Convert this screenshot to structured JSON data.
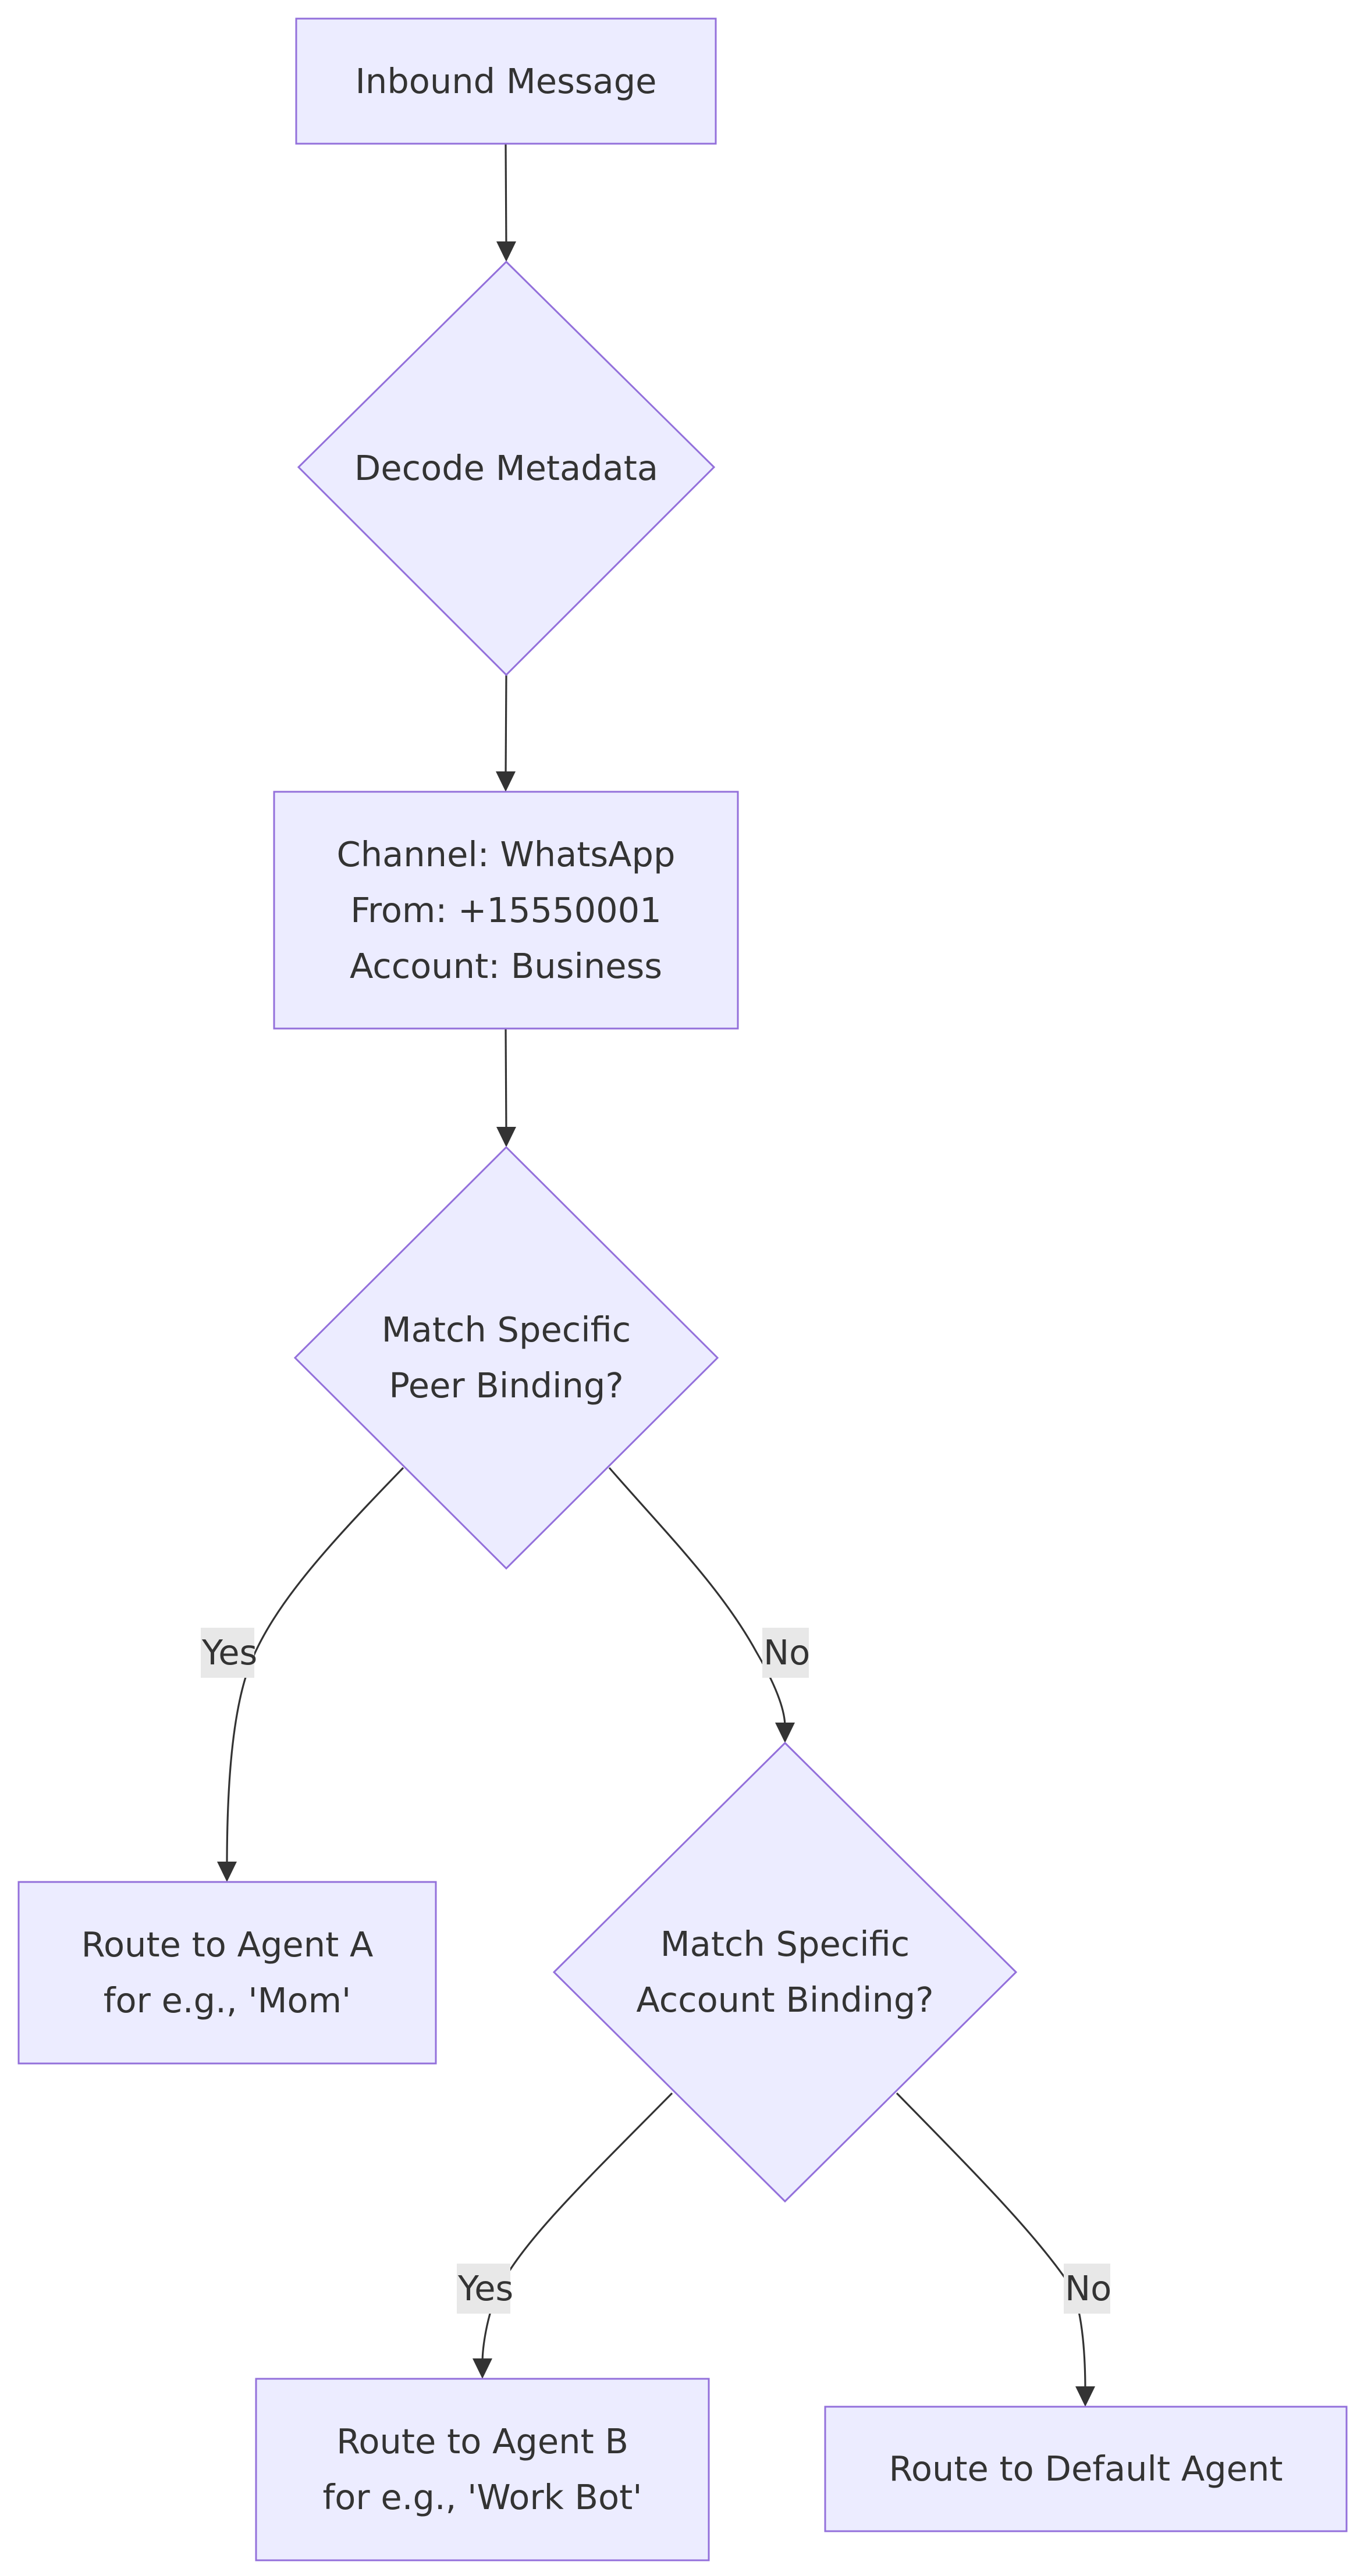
{
  "diagram": {
    "type": "flowchart",
    "colors": {
      "node_fill": "#ececff",
      "node_stroke": "#9370db",
      "edge": "#333333",
      "text": "#333333",
      "edge_label_bg": "#e8e8e8"
    },
    "nodes": {
      "inbound": {
        "shape": "rect",
        "lines": [
          "Inbound Message"
        ]
      },
      "decode": {
        "shape": "diamond",
        "lines": [
          "Decode Metadata"
        ]
      },
      "meta": {
        "shape": "rect",
        "lines": [
          "Channel: WhatsApp",
          "From: +15550001",
          "Account: Business"
        ]
      },
      "peer": {
        "shape": "diamond",
        "lines": [
          "Match Specific",
          "Peer Binding?"
        ]
      },
      "agent_a": {
        "shape": "rect",
        "lines": [
          "Route to Agent A",
          "for e.g., 'Mom'"
        ]
      },
      "account": {
        "shape": "diamond",
        "lines": [
          "Match Specific",
          "Account Binding?"
        ]
      },
      "agent_b": {
        "shape": "rect",
        "lines": [
          "Route to Agent B",
          "for e.g., 'Work Bot'"
        ]
      },
      "default": {
        "shape": "rect",
        "lines": [
          "Route to Default Agent"
        ]
      }
    },
    "edges": [
      {
        "from": "inbound",
        "to": "decode",
        "label": ""
      },
      {
        "from": "decode",
        "to": "meta",
        "label": ""
      },
      {
        "from": "meta",
        "to": "peer",
        "label": ""
      },
      {
        "from": "peer",
        "to": "agent_a",
        "label": "Yes"
      },
      {
        "from": "peer",
        "to": "account",
        "label": "No"
      },
      {
        "from": "account",
        "to": "agent_b",
        "label": "Yes"
      },
      {
        "from": "account",
        "to": "default",
        "label": "No"
      }
    ]
  }
}
